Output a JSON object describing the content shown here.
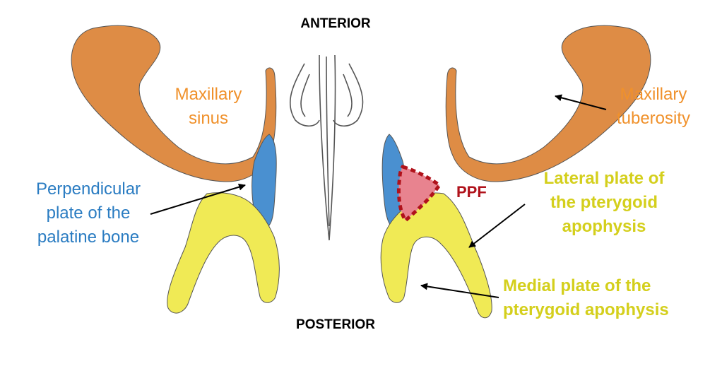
{
  "orientation": {
    "anterior": "ANTERIOR",
    "posterior": "POSTERIOR"
  },
  "labels": {
    "maxillary_sinus": [
      "Maxillary",
      "sinus"
    ],
    "maxillary_tuberosity": [
      "Maxillary",
      "tuberosity"
    ],
    "perpendicular_plate": [
      "Perpendicular",
      "plate of the",
      "palatine bone"
    ],
    "ppf": "PPF",
    "lateral_plate": [
      "Lateral plate of",
      "the pterygoid",
      "apophysis"
    ],
    "medial_plate": [
      "Medial plate of the",
      "pterygoid apophysis"
    ]
  },
  "colors": {
    "maxilla": "#de8c45",
    "palatine": "#4a90d0",
    "pterygoid": "#f0ea55",
    "ppf_fill": "#e8838f",
    "ppf_border": "#b0121b",
    "label_orange": "#f0912b",
    "label_blue": "#2a7cc2",
    "label_yellow": "#d4cf1c",
    "label_red": "#b0121b",
    "outline": "#555555"
  }
}
